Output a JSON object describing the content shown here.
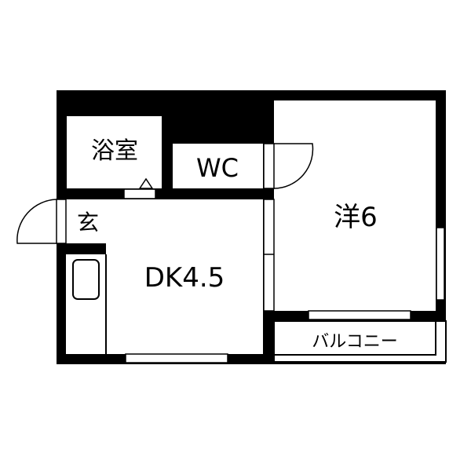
{
  "floorplan": {
    "rooms": {
      "bath": {
        "label": "浴室"
      },
      "wc": {
        "label": "WC"
      },
      "entrance": {
        "label": "玄"
      },
      "dk": {
        "label": "DK4.5"
      },
      "western": {
        "label": "洋6"
      },
      "balcony": {
        "label": "バルコニー"
      }
    },
    "colors": {
      "wall": "#000000",
      "floor": "#ffffff"
    }
  }
}
